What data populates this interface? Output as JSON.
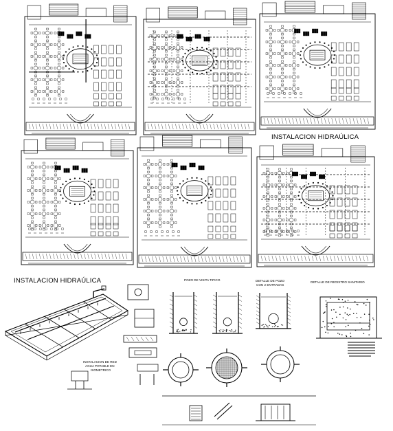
{
  "titles": {
    "hydraulic_top": "INSTALACION HIDRAÚLICA",
    "hydraulic_bottom": "INSTALACION HIDRAÚLICA"
  },
  "details": {
    "pozo_title": "POZO DE VISITA TIPICO",
    "detalle_pozo_line1": "DETALLE DE POZO",
    "detalle_pozo_line2": "CON 2 ENTRADAS",
    "registro_title": "DETALLE DE REGISTRO SANITARIO",
    "iso_line1": "INSTALACION DE RED",
    "iso_line2": "AGUA POTABLE EN",
    "iso_line3": "ISOMETRICO"
  },
  "colors": {
    "ink": "#000000",
    "paper": "#ffffff"
  }
}
